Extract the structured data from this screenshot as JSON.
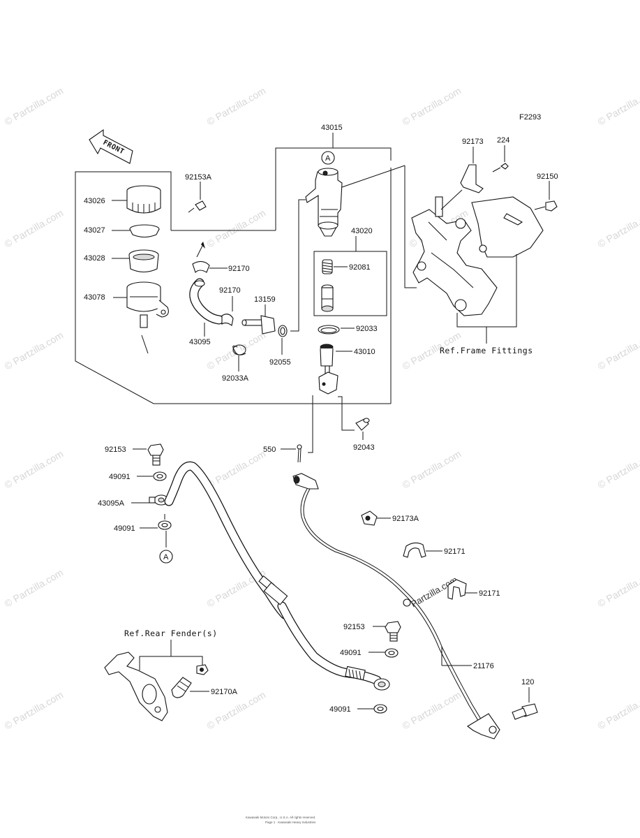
{
  "diagram_code": "F2293",
  "front_arrow": "FRONT",
  "watermark": "© Partzilla.com",
  "hose_watermark": "Partzilla.com",
  "copyright_line1": "Kawasaki Motors Corp., U.S.A. All rights reserved.",
  "copyright_line2": "Page 1 · Kawasaki Heavy Industries",
  "parts": {
    "p43015": "43015",
    "p43026": "43026",
    "p43027": "43027",
    "p43028": "43028",
    "p43078": "43078",
    "p92153A": "92153A",
    "p92170_a": "92170",
    "p92170_b": "92170",
    "p13159": "13159",
    "p43095": "43095",
    "p92033A": "92033A",
    "p92055": "92055",
    "p43020": "43020",
    "p92081": "92081",
    "p92033": "92033",
    "p43010": "43010",
    "p92043": "92043",
    "p550": "550",
    "p92173": "92173",
    "p224": "224",
    "p92150": "92150",
    "p92153_a": "92153",
    "p49091_a": "49091",
    "p43095A": "43095A",
    "p49091_b": "49091",
    "p92173A": "92173A",
    "p92171_a": "92171",
    "p92171_b": "92171",
    "p92153_b": "92153",
    "p49091_c": "49091",
    "p21176": "21176",
    "p49091_d": "49091",
    "p120": "120",
    "p92170A": "92170A"
  },
  "refs": {
    "frame_fittings": "Ref.Frame Fittings",
    "rear_fender": "Ref.Rear Fender(s)"
  },
  "markers": {
    "top_a": "A",
    "bottom_a": "A"
  }
}
